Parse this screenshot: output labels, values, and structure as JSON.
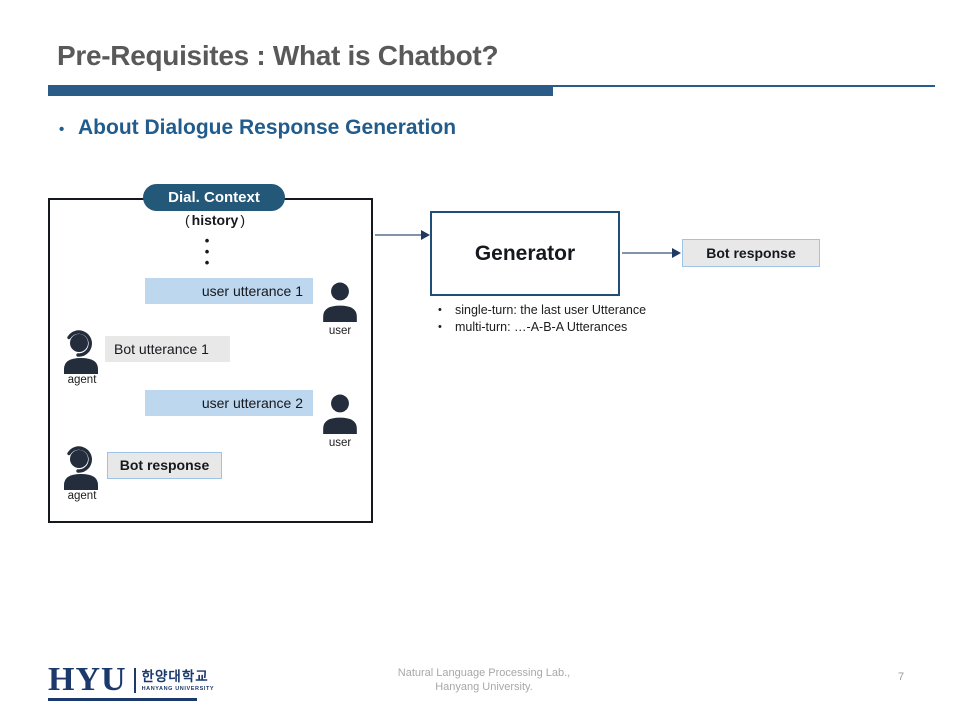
{
  "slide": {
    "title": "Pre-Requisites : What is Chatbot?",
    "subtitle_bullet": "•",
    "subtitle": "About Dialogue Response Generation",
    "page_number": "7",
    "footer_line1": "Natural Language Processing  Lab.,",
    "footer_line2": "Hanyang University."
  },
  "diagram": {
    "context_label": "Dial. Context",
    "history_open": "(",
    "history_word": "history",
    "history_close": ")",
    "dots": [
      "•",
      "•",
      "•"
    ],
    "messages": {
      "user1": "user utterance 1",
      "bot1": "Bot utterance 1",
      "user2": "user utterance 2",
      "bot_response": "Bot response"
    },
    "labels": {
      "user": "user",
      "agent": "agent"
    },
    "generator_label": "Generator",
    "note_bullet": "•",
    "generator_notes": [
      "single-turn: the last user Utterance",
      "multi-turn: …-A-B-A Utterances"
    ],
    "output_label": "Bot response"
  },
  "logo": {
    "acronym": "HYU",
    "korean": "한양대학교",
    "english": "HANYANG UNIVERSITY"
  },
  "colors": {
    "accent_navy": "#1F4E79",
    "title_bar_blue": "#2B5C87",
    "heading_gray": "#595959",
    "heading_blue": "#215C8C",
    "pill_navy": "#235878",
    "light_blue_fill": "#BDD7EE",
    "light_gray_fill": "#E9E8E8",
    "box_border_blue": "#9DC3E6",
    "icon_dark": "#232D3B",
    "logo_navy": "#1B3A6B"
  }
}
